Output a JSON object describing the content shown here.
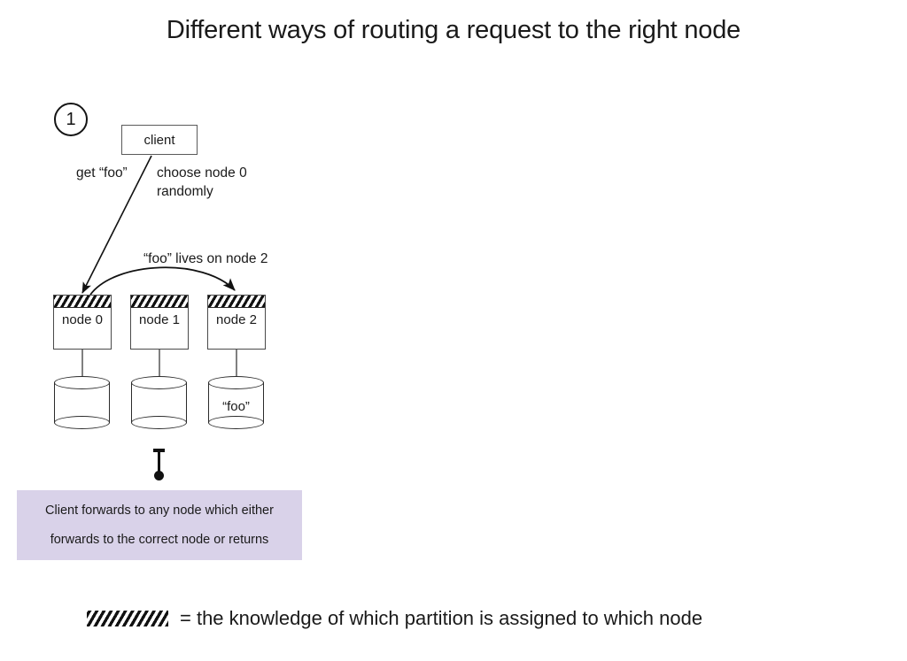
{
  "slide": {
    "title": "Different ways of routing a request to the right node",
    "background_color": "#ffffff"
  },
  "step": {
    "number": "1"
  },
  "diagram": {
    "client": {
      "label": "client"
    },
    "labels": {
      "get_foo": "get “foo”",
      "choose_node_line1": "choose node 0",
      "choose_node_line2": "randomly",
      "foo_lives_on": "“foo” lives on node 2"
    },
    "nodes": [
      {
        "label": "node 0",
        "storage_label": ""
      },
      {
        "label": "node 1",
        "storage_label": ""
      },
      {
        "label": "node 2",
        "storage_label": "“foo”"
      }
    ],
    "arrows": {
      "request_arrow": "client to node 0",
      "forward_arrow": "node 0 to node 2"
    }
  },
  "callout": {
    "background_color": "#d9d2e9",
    "line1": "Client forwards to any node which either",
    "line2": "forwards to the correct node or returns"
  },
  "legend": {
    "symbol": "hatched-band",
    "text": "= the knowledge of which partition is assigned to which node"
  }
}
